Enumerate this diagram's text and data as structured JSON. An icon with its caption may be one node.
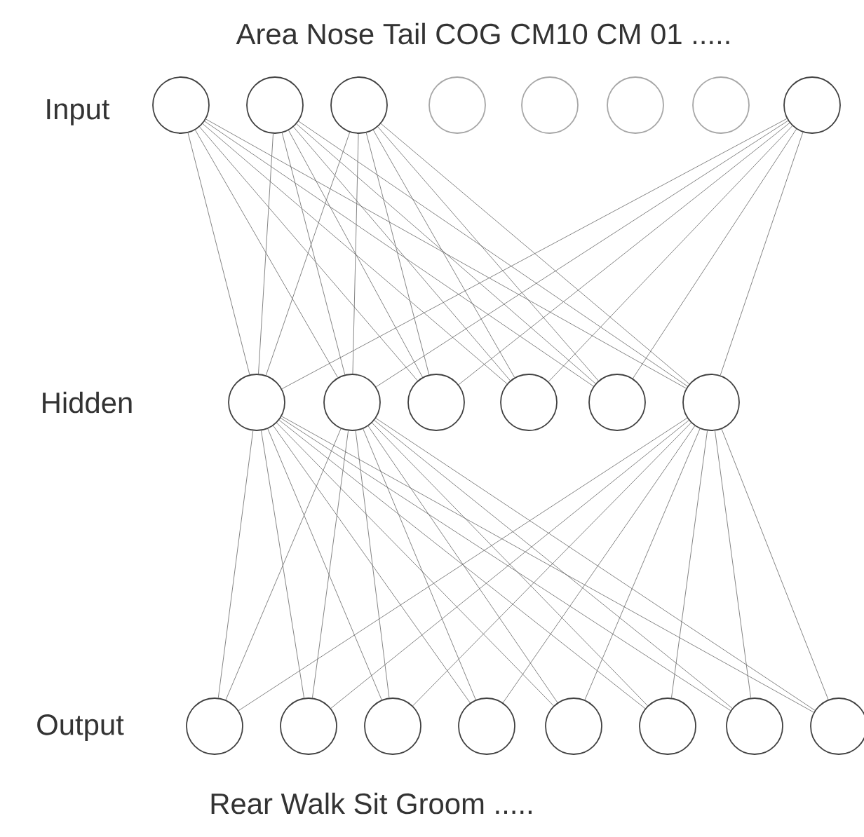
{
  "diagram": {
    "nodes": [
      {
        "text": [],
        "shape": "circle"
      },
      {
        "text": [],
        "shape": "circle"
      },
      {
        "text": [],
        "shape": "circle"
      },
      {
        "text": [],
        "shape": "circle"
      },
      {
        "text": [],
        "shape": "circle"
      },
      {
        "text": [],
        "shape": "circle"
      },
      {
        "text": [],
        "shape": "circle"
      },
      {
        "text": [],
        "shape": "circle"
      },
      {
        "text": [],
        "shape": "circle"
      },
      {
        "text": [],
        "shape": "circle"
      },
      {
        "text": [],
        "shape": "circle"
      },
      {
        "text": [],
        "shape": "circle"
      },
      {
        "text": [],
        "shape": "circle"
      },
      {
        "text": [],
        "shape": "circle"
      },
      {
        "text": [],
        "shape": "circle"
      },
      {
        "text": [],
        "shape": "circle"
      },
      {
        "text": [],
        "shape": "circle"
      },
      {
        "text": [],
        "shape": "circle"
      },
      {
        "text": [],
        "shape": "circle"
      },
      {
        "text": [],
        "shape": "circle"
      },
      {
        "text": [],
        "shape": "circle"
      },
      {
        "text": [],
        "shape": "circle"
      }
    ],
    "edges": [
      {
        "from": 0,
        "to": 8,
        "arrow": "none"
      },
      {
        "from": 0,
        "to": 9,
        "arrow": "none"
      },
      {
        "from": 0,
        "to": 10,
        "arrow": "none"
      },
      {
        "from": 0,
        "to": 11,
        "arrow": "none"
      },
      {
        "from": 0,
        "to": 12,
        "arrow": "none"
      },
      {
        "from": 0,
        "to": 13,
        "arrow": "none"
      },
      {
        "from": 1,
        "to": 8,
        "arrow": "none"
      },
      {
        "from": 1,
        "to": 9,
        "arrow": "none"
      },
      {
        "from": 1,
        "to": 10,
        "arrow": "none"
      },
      {
        "from": 1,
        "to": 11,
        "arrow": "none"
      },
      {
        "from": 1,
        "to": 12,
        "arrow": "none"
      },
      {
        "from": 1,
        "to": 13,
        "arrow": "none"
      },
      {
        "from": 2,
        "to": 8,
        "arrow": "none"
      },
      {
        "from": 2,
        "to": 9,
        "arrow": "none"
      },
      {
        "from": 2,
        "to": 10,
        "arrow": "none"
      },
      {
        "from": 2,
        "to": 11,
        "arrow": "none"
      },
      {
        "from": 2,
        "to": 12,
        "arrow": "none"
      },
      {
        "from": 2,
        "to": 13,
        "arrow": "none"
      },
      {
        "from": 7,
        "to": 8,
        "arrow": "none"
      },
      {
        "from": 7,
        "to": 9,
        "arrow": "none"
      },
      {
        "from": 7,
        "to": 10,
        "arrow": "none"
      },
      {
        "from": 7,
        "to": 11,
        "arrow": "none"
      },
      {
        "from": 7,
        "to": 12,
        "arrow": "none"
      },
      {
        "from": 7,
        "to": 13,
        "arrow": "none"
      },
      {
        "from": 8,
        "to": 14,
        "arrow": "none"
      },
      {
        "from": 8,
        "to": 15,
        "arrow": "none"
      },
      {
        "from": 8,
        "to": 16,
        "arrow": "none"
      },
      {
        "from": 8,
        "to": 17,
        "arrow": "none"
      },
      {
        "from": 8,
        "to": 18,
        "arrow": "none"
      },
      {
        "from": 8,
        "to": 19,
        "arrow": "none"
      },
      {
        "from": 8,
        "to": 20,
        "arrow": "none"
      },
      {
        "from": 8,
        "to": 21,
        "arrow": "none"
      },
      {
        "from": 9,
        "to": 14,
        "arrow": "none"
      },
      {
        "from": 9,
        "to": 15,
        "arrow": "none"
      },
      {
        "from": 9,
        "to": 16,
        "arrow": "none"
      },
      {
        "from": 9,
        "to": 17,
        "arrow": "none"
      },
      {
        "from": 9,
        "to": 18,
        "arrow": "none"
      },
      {
        "from": 9,
        "to": 19,
        "arrow": "none"
      },
      {
        "from": 9,
        "to": 20,
        "arrow": "none"
      },
      {
        "from": 9,
        "to": 21,
        "arrow": "none"
      },
      {
        "from": 13,
        "to": 14,
        "arrow": "none"
      },
      {
        "from": 13,
        "to": 15,
        "arrow": "none"
      },
      {
        "from": 13,
        "to": 16,
        "arrow": "none"
      },
      {
        "from": 13,
        "to": 17,
        "arrow": "none"
      },
      {
        "from": 13,
        "to": 18,
        "arrow": "none"
      },
      {
        "from": 13,
        "to": 19,
        "arrow": "none"
      },
      {
        "from": 13,
        "to": 20,
        "arrow": "none"
      },
      {
        "from": 13,
        "to": 21,
        "arrow": "none"
      }
    ],
    "labels": [
      "Area Nose Tail COG CM10 CM 01 .....",
      "Input",
      "Hidden",
      "Output",
      "Rear Walk Sit Groom ....."
    ]
  }
}
